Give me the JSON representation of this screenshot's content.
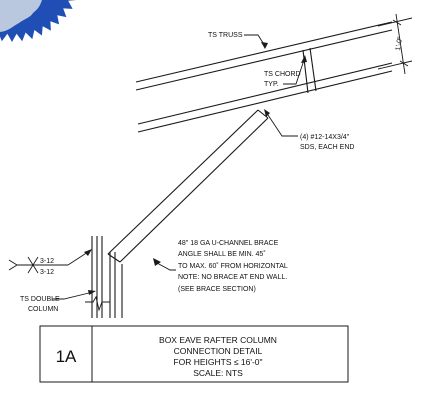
{
  "colors": {
    "line": "#1a1a1a",
    "seal_blue": "#1f4fb5",
    "seal_light": "#b9c7df",
    "background": "#ffffff"
  },
  "labels": {
    "ts_truss": "TS TRUSS",
    "ts_chord_1": "TS CHORD",
    "ts_chord_2": "TYP.",
    "dim_height": "1'-0\"",
    "screws_1": "(4) #12-14X3/4\"",
    "screws_2": "SDS, EACH END",
    "brace_note": [
      "48\" 18 GA  U-CHANNEL BRACE",
      "ANGLE SHALL BE MIN. 45˚",
      "TO MAX. 60˚ FROM HORIZONTAL",
      "NOTE: NO BRACE AT END WALL.",
      "(SEE BRACE SECTION)"
    ],
    "weld_top": "3-12",
    "weld_bottom": "3-12",
    "column_1": "TS DOUBLE",
    "column_2": "COLUMN"
  },
  "title_block": {
    "mark": "1A",
    "lines": [
      "BOX EAVE RAFTER COLUMN",
      "CONNECTION DETAIL",
      "FOR HEIGHTS ≤ 16'-0\"",
      "SCALE: NTS"
    ]
  }
}
